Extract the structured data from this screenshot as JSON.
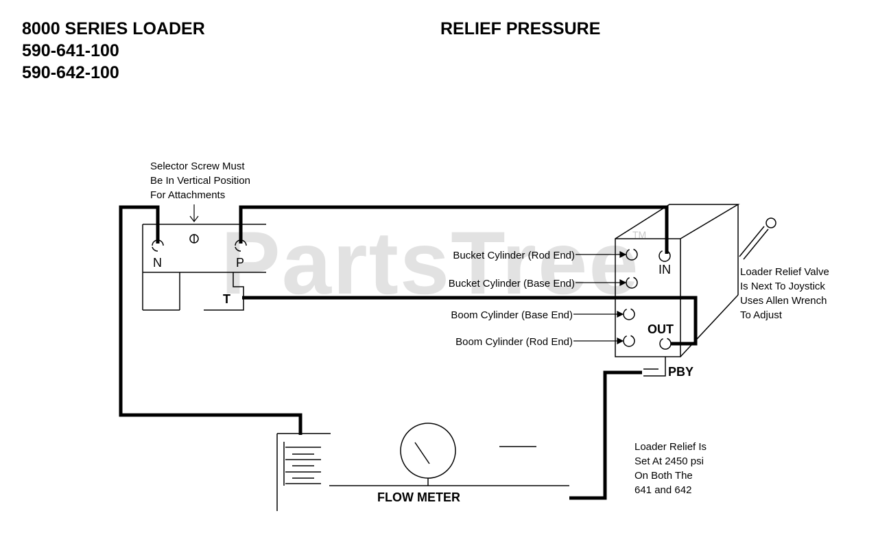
{
  "header": {
    "model": "8000 SERIES LOADER",
    "part_number_1": "590-641-100",
    "part_number_2": "590-642-100",
    "diagram_title": "RELIEF PRESSURE"
  },
  "notes": {
    "selector_line_1": "Selector Screw Must",
    "selector_line_2": "Be In Vertical Position",
    "selector_line_3": "For Attachments",
    "relief_valve_line_1": "Loader Relief Valve",
    "relief_valve_line_2": "Is Next To Joystick",
    "relief_valve_line_3": "Uses Allen Wrench",
    "relief_valve_line_4": "To Adjust",
    "relief_setting_line_1": "Loader Relief Is",
    "relief_setting_line_2": "Set At 2450 psi",
    "relief_setting_line_3": "On Both The",
    "relief_setting_line_4": "641 and 642"
  },
  "cylinder_labels": {
    "bucket_rod_end": "Bucket Cylinder (Rod End)",
    "bucket_base_end": "Bucket Cylinder (Base End)",
    "boom_base_end": "Boom Cylinder (Base End)",
    "boom_rod_end": "Boom Cylinder (Rod End)"
  },
  "ports": {
    "n": "N",
    "p": "P",
    "t": "T",
    "in": "IN",
    "out": "OUT",
    "pby": "PBY"
  },
  "flow_meter_label": "FLOW METER",
  "watermark": {
    "text": "PartsTree",
    "trademark": "TM"
  }
}
